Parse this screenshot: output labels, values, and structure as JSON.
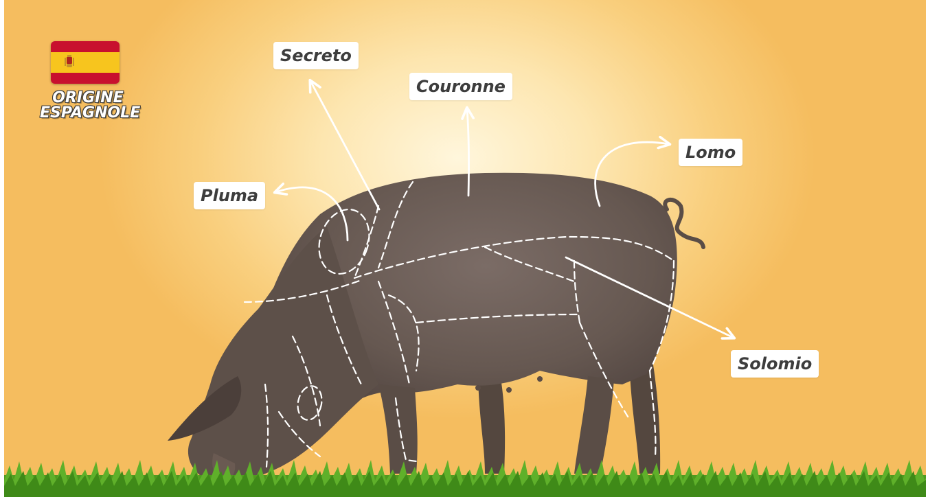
{
  "origin": {
    "line1": "ORIGINE",
    "line2": "ESPAGNOLE",
    "flag_icon": "spain-flag-icon",
    "flag_colors": {
      "red": "#c8102e",
      "yellow": "#f7c51e"
    }
  },
  "cuts": {
    "secreto": "Secreto",
    "couronne": "Couronne",
    "lomo": "Lomo",
    "pluma": "Pluma",
    "solomio": "Solomio"
  },
  "colors": {
    "background": "#f9cf7e",
    "pig": "#6b5d57",
    "grass": "#4f9a1f",
    "cut_lines": "#ffffff",
    "label_text": "#3d3d3d"
  }
}
